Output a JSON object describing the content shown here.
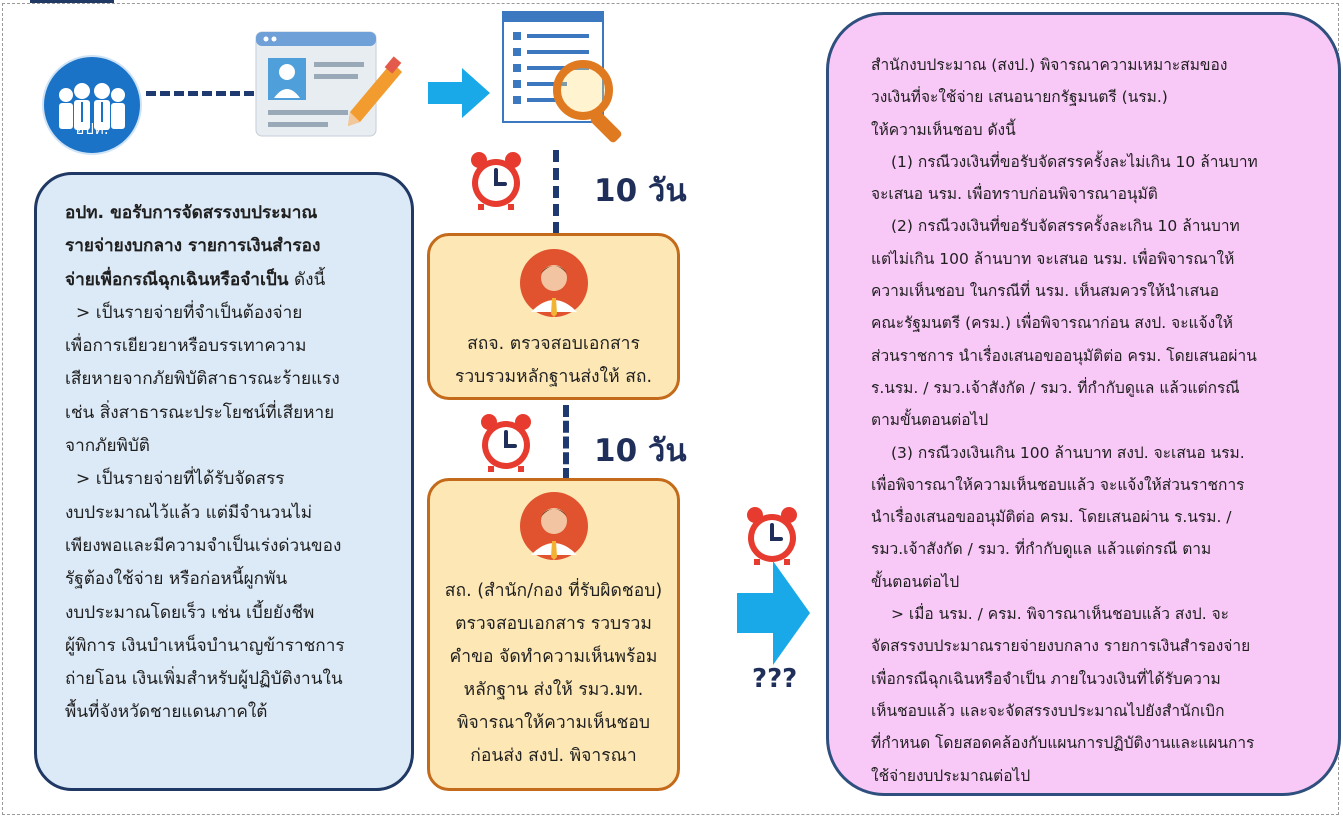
{
  "header": {
    "accent": "#1f3864"
  },
  "group": {
    "label": "อปท.",
    "icon": "group-people-icon"
  },
  "top_flow": {
    "doc_icon": "profile-document-edit-icon",
    "arrow_icon": "arrow-right-icon",
    "checklist_icon": "checklist-magnifier-icon"
  },
  "timers": [
    {
      "icon": "alarm-clock-icon",
      "days": "10 วัน"
    },
    {
      "icon": "alarm-clock-icon",
      "days": "10 วัน"
    },
    {
      "icon": "alarm-clock-icon"
    }
  ],
  "left_box": {
    "bold_lines": [
      "อปท. ขอรับการจัดสรรงบประมาณ",
      "รายจ่ายงบกลาง รายการเงินสำรอง"
    ],
    "bold_tail": "จ่ายเพื่อกรณีฉุกเฉินหรือจำเป็น",
    "tail": " ดังนี้",
    "lines": [
      "  > เป็นรายจ่ายที่จำเป็นต้องจ่าย",
      "เพื่อการเยียวยาหรือบรรเทาความ",
      "เสียหายจากภัยพิบัติสาธารณะร้ายแรง",
      "เช่น สิ่งสาธารณะประโยชน์ที่เสียหาย",
      "จากภัยพิบัติ",
      "  > เป็นรายจ่ายที่ได้รับจัดสรร",
      "งบประมาณไว้แล้ว แต่มีจำนวนไม่",
      "เพียงพอและมีความจำเป็นเร่งด่วนของ",
      "รัฐต้องใช้จ่าย หรือก่อหนี้ผูกพัน",
      "งบประมาณโดยเร็ว เช่น เบี้ยยังชีพ",
      "ผู้พิการ เงินบำเหน็จบำนาญข้าราชการ",
      "ถ่ายโอน เงินเพิ่มสำหรับผู้ปฏิบัติงานใน",
      "พื้นที่จังหวัดชายแดนภาคใต้"
    ]
  },
  "mid_box_1": {
    "avatar": "officer-avatar-icon",
    "lines": [
      "สถจ. ตรวจสอบเอกสาร",
      "รวบรวมหลักฐานส่งให้ สถ."
    ]
  },
  "mid_box_2": {
    "avatar": "officer-avatar-icon",
    "lines": [
      "สถ. (สำนัก/กอง ที่รับผิดชอบ)",
      "ตรวจสอบเอกสาร รวบรวม",
      "คำขอ จัดทำความเห็นพร้อม",
      "หลักฐาน ส่งให้ รมว.มท.",
      "พิจารณาให้ความเห็นชอบ",
      "ก่อนส่ง สงป. พิจารณา"
    ]
  },
  "unknown_label": "???",
  "right_box": {
    "intro": [
      "สำนักงบประมาณ (สงป.) พิจารณาความเหมาะสมของ",
      "วงเงินที่จะใช้จ่าย เสนอนายกรัฐมนตรี (นรม.)",
      "ให้ความเห็นชอบ ดังนี้"
    ],
    "items": [
      "(1) กรณีวงเงินที่ขอรับจัดสรรครั้งละไม่เกิน 10 ล้านบาท",
      "จะเสนอ นรม. เพื่อทราบก่อนพิจารณาอนุมัติ",
      "(2) กรณีวงเงินที่ขอรับจัดสรรครั้งละเกิน 10 ล้านบาท",
      "แต่ไม่เกิน 100 ล้านบาท จะเสนอ นรม. เพื่อพิจารณาให้",
      "ความเห็นชอบ ในกรณีที่ นรม. เห็นสมควรให้นำเสนอ",
      "คณะรัฐมนตรี (ครม.) เพื่อพิจารณาก่อน สงป. จะแจ้งให้",
      "ส่วนราชการ นำเรื่องเสนอขออนุมัติต่อ ครม. โดยเสนอผ่าน",
      "ร.นรม. / รมว.เจ้าสังกัด / รมว. ที่กำกับดูแล แล้วแต่กรณี",
      "ตามขั้นตอนต่อไป",
      "(3) กรณีวงเงินเกิน 100 ล้านบาท สงป. จะเสนอ นรม.",
      "เพื่อพิจารณาให้ความเห็นชอบแล้ว จะแจ้งให้ส่วนราชการ",
      "นำเรื่องเสนอขออนุมัติต่อ ครม. โดยเสนอผ่าน ร.นรม. /",
      "รมว.เจ้าสังกัด / รมว. ที่กำกับดูแล แล้วแต่กรณี ตาม",
      "ขั้นตอนต่อไป",
      ">  เมื่อ นรม. / ครม. พิจารณาเห็นชอบแล้ว สงป. จะ",
      "จัดสรรงบประมาณรายจ่ายงบกลาง รายการเงินสำรองจ่าย",
      "เพื่อกรณีฉุกเฉินหรือจำเป็น ภายในวงเงินที่ได้รับความ",
      "เห็นชอบแล้ว และจะจัดสรรงบประมาณไปยังสำนักเบิก",
      "ที่กำหนด โดยสอดคล้องกับแผนการปฏิบัติงานและแผนการ",
      "ใช้จ่ายงบประมาณต่อไป"
    ]
  },
  "colors": {
    "left_bg": "#dce9f6",
    "mid_bg": "#fde8b5",
    "right_bg": "#f8c8f7",
    "arrow": "#19a9e8",
    "dash": "#1e3a70"
  }
}
